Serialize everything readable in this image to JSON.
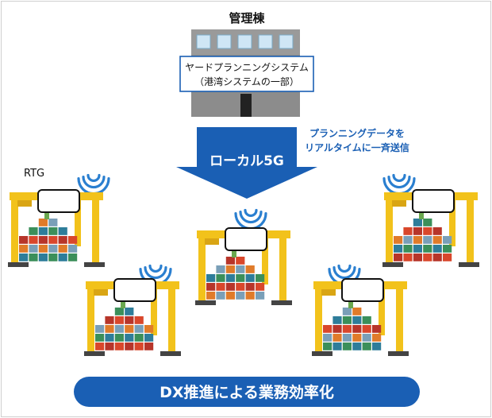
{
  "building": {
    "title": "管理棟",
    "system_line1": "ヤードプランニングシステム",
    "system_line2": "（港湾システムの一部）"
  },
  "arrow": {
    "label": "ローカル5G",
    "note_line1": "プランニングデータを",
    "note_line2": "リアルタイムに一斉送信"
  },
  "rtg_label": "RTG",
  "banner": {
    "text": "DX推進による業務効率化"
  },
  "colors": {
    "primary_blue": "#1a5fb4",
    "signal_blue": "#2a7fd0",
    "crane_yellow": "#f2c21b",
    "building_gray": "#8c8c8c",
    "container_colors": [
      "#2e7d9a",
      "#d9472b",
      "#e07b2a",
      "#3b8f5a",
      "#b7352a",
      "#7a9fb8"
    ]
  }
}
